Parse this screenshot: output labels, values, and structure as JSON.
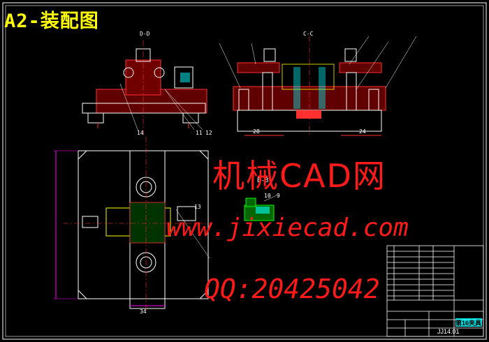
{
  "drawing": {
    "title": "A2-装配图",
    "section_labels": {
      "left_top": "D-D",
      "mid_top": "C-C",
      "section_b": "B-B"
    },
    "dimensions": [
      "28",
      "24",
      "34"
    ],
    "part_numbers": [
      "10",
      "11",
      "12",
      "13",
      "14",
      "9"
    ],
    "title_block": {
      "drawing_name": "第16夹具",
      "code": "JJ14.01"
    }
  },
  "watermark": {
    "line1": "机械CAD网",
    "line2": "www.jixiecad.com",
    "line3": "QQ:20425042"
  }
}
